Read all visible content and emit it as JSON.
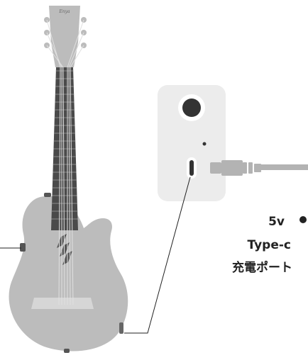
{
  "colors": {
    "guitar_body": "#bcbcbc",
    "fretboard": "#4a4a4a",
    "strings": "#dddddd",
    "panel": "#ececec",
    "cable": "#b3b3b3",
    "leader_line": "#222222"
  },
  "callout": {
    "voltage": "5v",
    "connector": "Type-c",
    "port_name": "充電ポート"
  },
  "headstock_logo": "Enya"
}
